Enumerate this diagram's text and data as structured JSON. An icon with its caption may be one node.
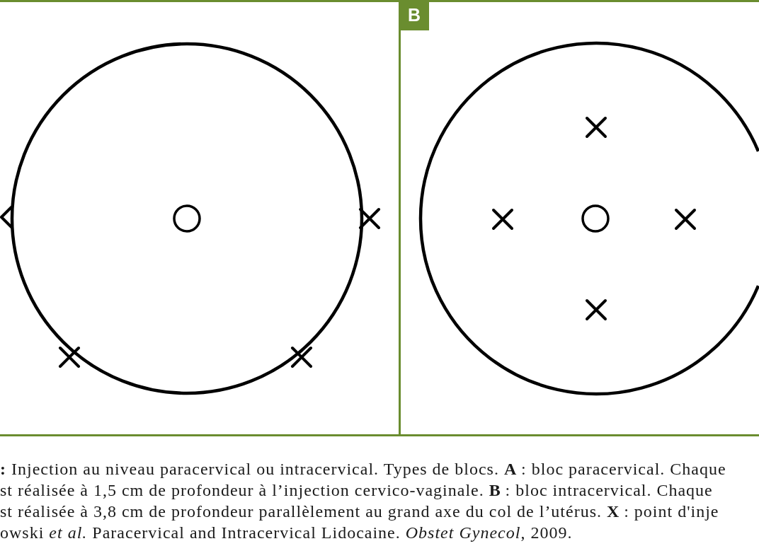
{
  "diagram": {
    "nodes": [
      {
        "text": [
          "B"
        ]
      }
    ],
    "labels": [
      "**:** Injection au niveau paracervical ou intracervical. Types de blocs. **A** : bloc paracervical. Chaque",
      "st réalisée à 1,5 cm de profondeur à l’injection cervico-vaginale. **B** : bloc intracervical. Chaque",
      "st réalisée à 3,8 cm de profondeur parallèlement au grand axe du col de l’utérus. **X** : point d'inje",
      "owski *et al.* Paracervical and Intracervical Lidocaine. *Obstet Gynecol*, 2009."
    ]
  }
}
